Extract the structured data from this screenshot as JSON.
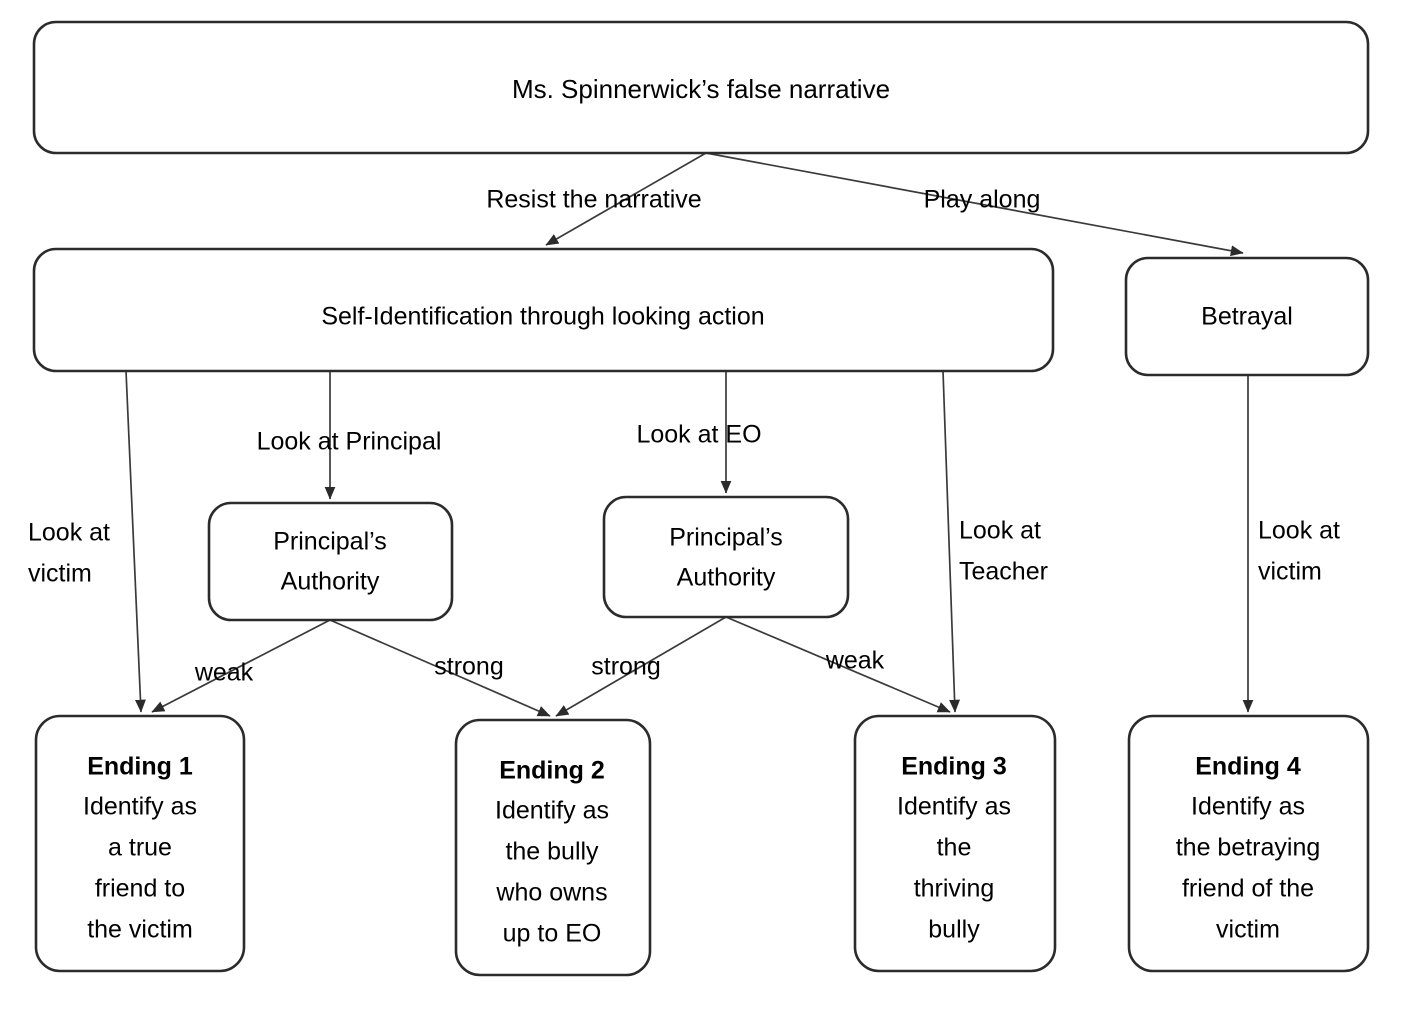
{
  "diagram": {
    "title": "Ms. Spinnerwick's false narrative branching structure",
    "colors": {
      "background": "#ffffff",
      "node_stroke": "#2b2b2b",
      "edge_stroke": "#3a3a3a",
      "text": "#000000"
    },
    "nodes": {
      "root": {
        "label": "Ms. Spinnerwick’s false narrative"
      },
      "self_identification": {
        "label": "Self-Identification through looking action"
      },
      "betrayal": {
        "label": "Betrayal"
      },
      "principal_authority_left": {
        "line1": "Principal’s",
        "line2": "Authority"
      },
      "principal_authority_right": {
        "line1": "Principal’s",
        "line2": "Authority"
      },
      "ending1": {
        "title": "Ending 1",
        "lines": [
          "Identify as",
          "a true",
          "friend to",
          "the victim"
        ]
      },
      "ending2": {
        "title": "Ending 2",
        "lines": [
          "Identify as",
          "the bully",
          "who owns",
          "up to EO"
        ]
      },
      "ending3": {
        "title": "Ending 3",
        "lines": [
          "Identify as",
          "the",
          "thriving",
          "bully"
        ]
      },
      "ending4": {
        "title": "Ending 4",
        "lines": [
          "Identify as",
          "the betraying",
          "friend of the",
          "victim"
        ]
      }
    },
    "edge_labels": {
      "resist": "Resist the narrative",
      "play_along": "Play along",
      "look_at_principal": "Look at Principal",
      "look_at_eo": "Look at EO",
      "look_at_victim_left_1": "Look at",
      "look_at_victim_left_2": "victim",
      "look_at_teacher_1": "Look at",
      "look_at_teacher_2": "Teacher",
      "look_at_victim_right_1": "Look at",
      "look_at_victim_right_2": "victim",
      "weak_left": "weak",
      "strong_left": "strong",
      "strong_right": "strong",
      "weak_right": "weak"
    }
  }
}
